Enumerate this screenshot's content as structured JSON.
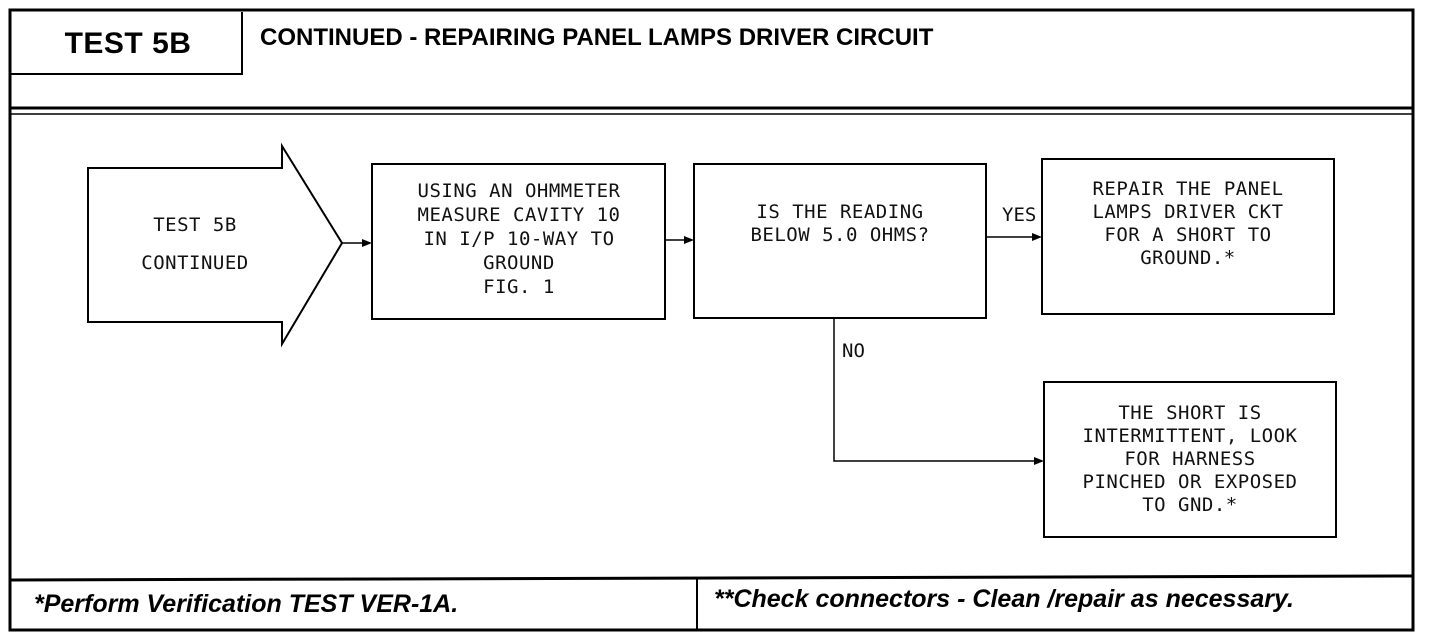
{
  "header": {
    "test_label": "TEST 5B",
    "title": "CONTINUED - REPAIRING PANEL LAMPS DRIVER CIRCUIT"
  },
  "flow": {
    "start": {
      "lines": [
        "TEST 5B",
        "CONTINUED"
      ]
    },
    "step1": {
      "lines": [
        "USING AN OHMMETER",
        "MEASURE CAVITY 10",
        "IN I/P 10-WAY TO",
        "GROUND",
        "FIG. 1"
      ]
    },
    "decision": {
      "lines": [
        "IS THE READING",
        "BELOW 5.0 OHMS?"
      ]
    },
    "yes_label": "YES",
    "no_label": "NO",
    "yes_result": {
      "lines": [
        "REPAIR THE PANEL",
        "LAMPS DRIVER CKT",
        "FOR A SHORT TO",
        "GROUND.*"
      ]
    },
    "no_result": {
      "lines": [
        "THE SHORT IS",
        "INTERMITTENT, LOOK",
        "FOR HARNESS",
        "PINCHED OR EXPOSED",
        "TO GND.*"
      ]
    }
  },
  "footer": {
    "left_note": "*Perform Verification TEST VER-1A.",
    "right_note": "**Check connectors - Clean /repair as necessary."
  }
}
